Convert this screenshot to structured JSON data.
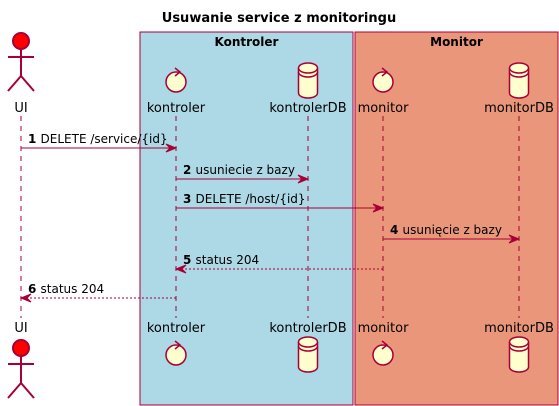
{
  "title": "Usuwanie service z monitoringu",
  "colors": {
    "kontroler_box": "#ADD8E6",
    "monitor_box": "#E9967A",
    "arrow": "#A80036",
    "actor_fill": "#FF0000",
    "db_fill": "#FEFECE"
  },
  "boxes": [
    {
      "id": "kontroler",
      "label": "Kontroler"
    },
    {
      "id": "monitor",
      "label": "Monitor"
    }
  ],
  "participants": [
    {
      "id": "ui",
      "label": "UI",
      "kind": "actor"
    },
    {
      "id": "kontroler",
      "label": "kontroler",
      "kind": "control"
    },
    {
      "id": "kontrolerDB",
      "label": "kontrolerDB",
      "kind": "database"
    },
    {
      "id": "monitor",
      "label": "monitor",
      "kind": "control"
    },
    {
      "id": "monitorDB",
      "label": "monitorDB",
      "kind": "database"
    }
  ],
  "messages": [
    {
      "num": "1",
      "text": "DELETE /service/{id}",
      "from": "ui",
      "to": "kontroler",
      "style": "solid"
    },
    {
      "num": "2",
      "text": "usuniecie z bazy",
      "from": "kontroler",
      "to": "kontrolerDB",
      "style": "solid"
    },
    {
      "num": "3",
      "text": "DELETE /host/{id}",
      "from": "kontroler",
      "to": "monitor",
      "style": "solid"
    },
    {
      "num": "4",
      "text": "usunięcie z bazy",
      "from": "monitor",
      "to": "monitorDB",
      "style": "solid"
    },
    {
      "num": "5",
      "text": "status 204",
      "from": "monitor",
      "to": "kontroler",
      "style": "dashed"
    },
    {
      "num": "6",
      "text": "status 204",
      "from": "kontroler",
      "to": "ui",
      "style": "dashed"
    }
  ]
}
